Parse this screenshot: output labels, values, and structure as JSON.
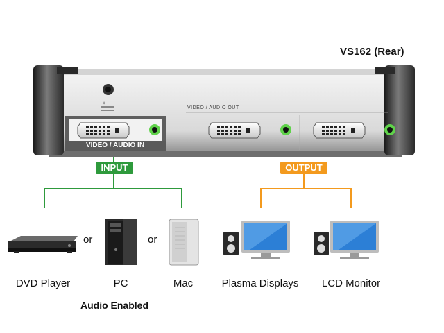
{
  "title": "VS162 (Rear)",
  "panel": {
    "input_label": "VIDEO / AUDIO IN",
    "output_label": "VIDEO / AUDIO OUT"
  },
  "badges": {
    "input": "INPUT",
    "output": "OUTPUT"
  },
  "colors": {
    "input": "#2e9a3c",
    "output": "#f39a1e",
    "audio_jack": "#5fd24a"
  },
  "devices": {
    "dvd": "DVD Player",
    "pc": "PC",
    "mac": "Mac",
    "plasma": "Plasma Displays",
    "lcd": "LCD Monitor"
  },
  "connector_or_1": "or",
  "connector_or_2": "or",
  "footnote": "Audio Enabled"
}
